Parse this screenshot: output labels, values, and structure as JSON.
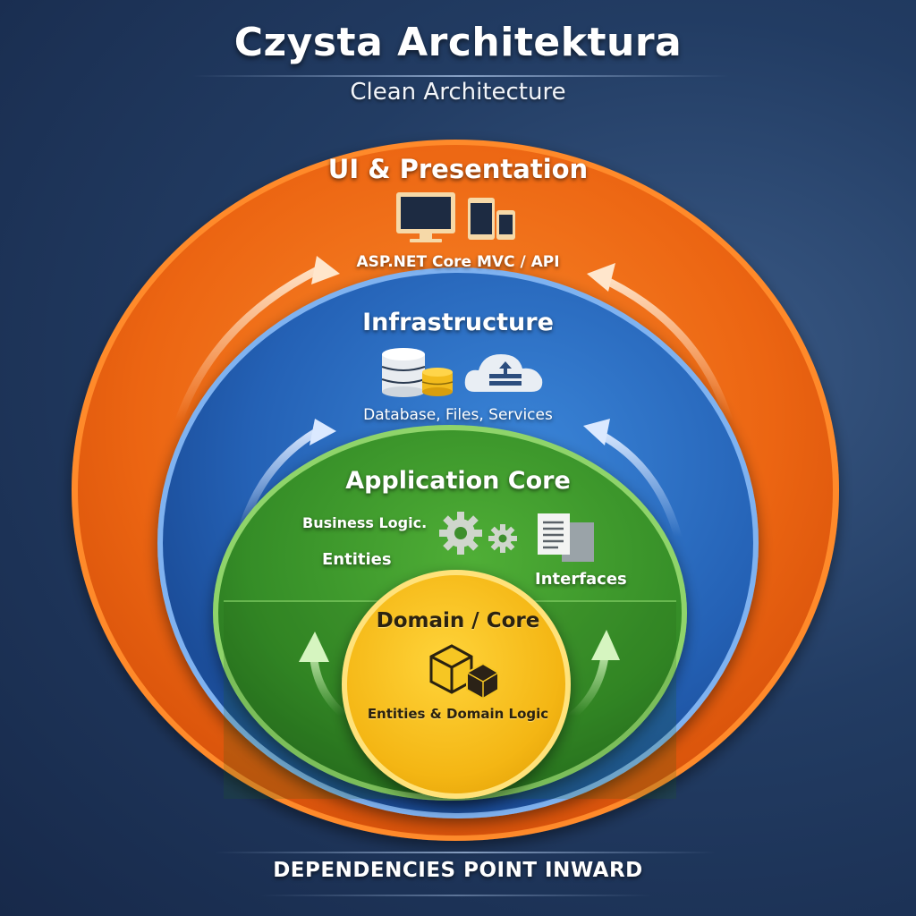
{
  "header": {
    "title": "Czysta Architektura",
    "subtitle": "Clean Architecture"
  },
  "layers": [
    {
      "id": "ui",
      "title": "UI & Presentation",
      "caption": "ASP.NET Core MVC / API",
      "icons": [
        "desktop-monitor-icon",
        "tablet-icon",
        "phone-icon"
      ],
      "color": "#f06a14",
      "border_color": "#ff9a3c"
    },
    {
      "id": "infrastructure",
      "title": "Infrastructure",
      "caption": "Database, Files, Services",
      "icons": [
        "database-icon",
        "cloud-upload-icon"
      ],
      "color": "#2f6fc4",
      "border_color": "#7fb2f0"
    },
    {
      "id": "application",
      "title": "Application Core",
      "items": [
        "Business Logic.",
        "Entities",
        "Interfaces"
      ],
      "icons": [
        "gears-icon",
        "documents-icon"
      ],
      "color": "#3d9a2c",
      "border_color": "#8fd46a"
    },
    {
      "id": "domain",
      "title": "Domain / Core",
      "caption": "Entities & Domain Logic",
      "icons": [
        "cubes-icon"
      ],
      "color": "#f7c21e",
      "border_color": "#ffe27a"
    }
  ],
  "footer": {
    "text": "DEPENDENCIES POINT INWARD"
  }
}
